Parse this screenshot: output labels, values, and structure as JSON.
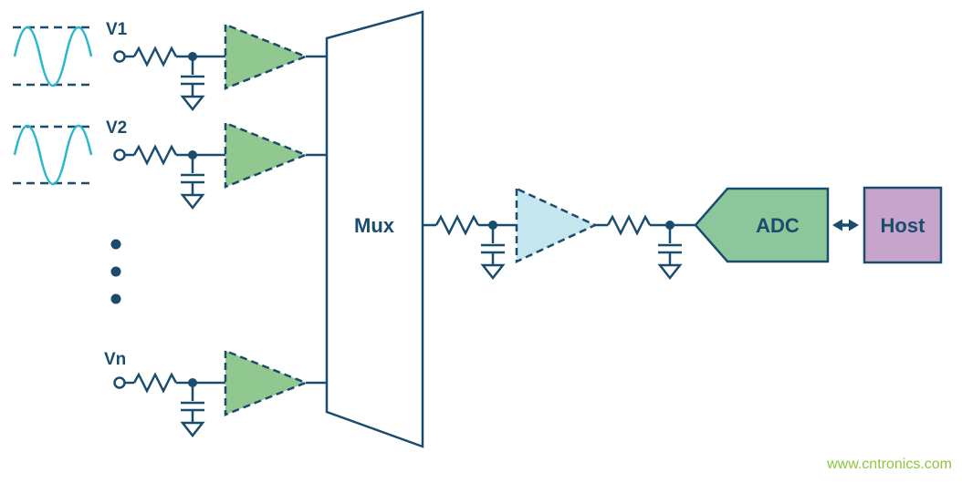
{
  "colors": {
    "navy": "#1a4c6e",
    "green": "#90c890",
    "adc_green": "#8cc79b",
    "light_blue": "#c6e6ef",
    "purple": "#c7a4cb",
    "cyan": "#2bb6c9",
    "watermark_green": "#8dc63f"
  },
  "labels": {
    "channel1": "V1",
    "channel2": "V2",
    "channeln": "Vn",
    "mux": "Mux",
    "adc": "ADC",
    "host": "Host"
  },
  "watermark": "www.cntronics.com"
}
